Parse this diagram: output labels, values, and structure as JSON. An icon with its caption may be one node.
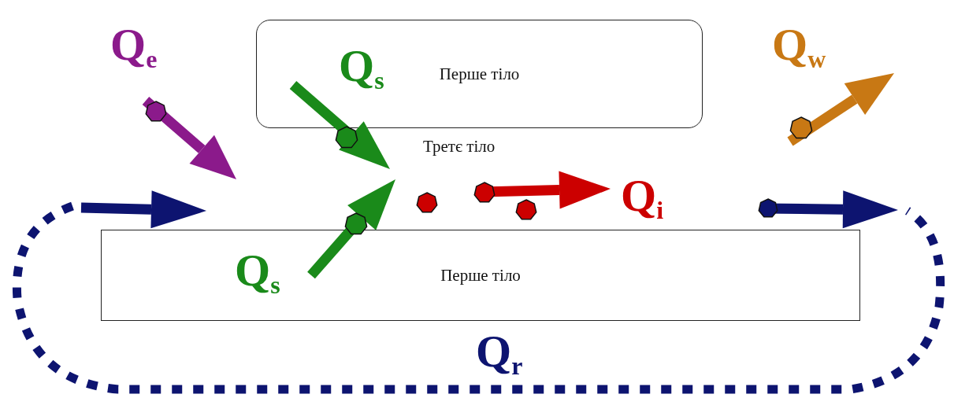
{
  "diagram": {
    "nodes": [
      {
        "text": [
          "Перше тіло"
        ]
      },
      {
        "text": [
          "Перше тіло"
        ]
      }
    ],
    "labels": [
      "Q$_{e}$",
      "Q$_{s}$",
      "Q$_{w}$",
      "Третє тіло",
      "Q$_{i}$",
      "Q$_{s}$",
      "Q$_{r}$"
    ]
  }
}
